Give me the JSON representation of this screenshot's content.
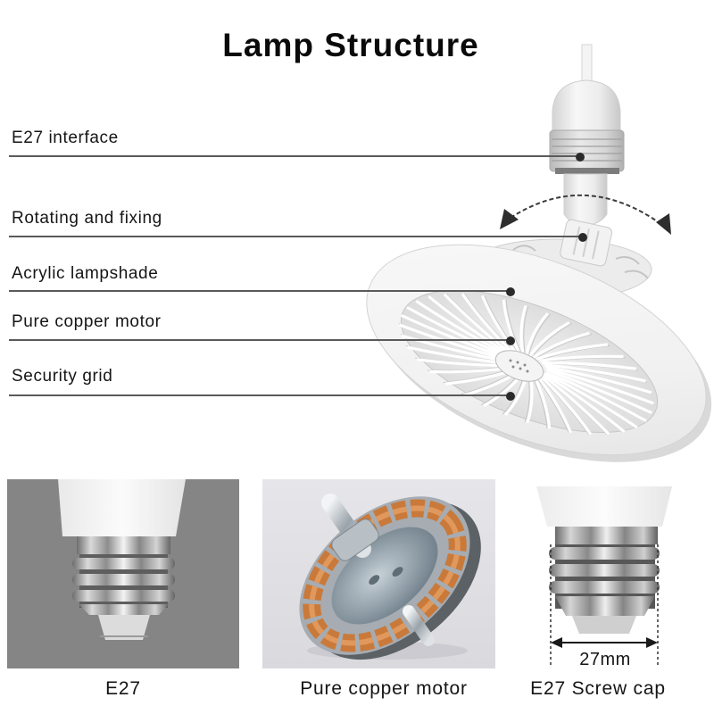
{
  "header": {
    "title": "Lamp Structure"
  },
  "callouts": [
    {
      "label": "E27 interface"
    },
    {
      "label": "Rotating and fixing"
    },
    {
      "label": "Acrylic lampshade"
    },
    {
      "label": "Pure copper motor"
    },
    {
      "label": "Security grid"
    }
  ],
  "panels": [
    {
      "caption": "E27"
    },
    {
      "caption": "Pure copper motor"
    },
    {
      "caption": "E27 Screw cap",
      "dimension": "27mm"
    }
  ],
  "icons": {
    "rotation": "rotation-arrow-icon",
    "dimension": "dimension-arrow-icon"
  },
  "colors": {
    "text": "#111111",
    "callout_line": "#5a5a5a",
    "callout_dot": "#2a2a2a",
    "panel_gray": "#858585",
    "copper": "#c97a3a"
  }
}
